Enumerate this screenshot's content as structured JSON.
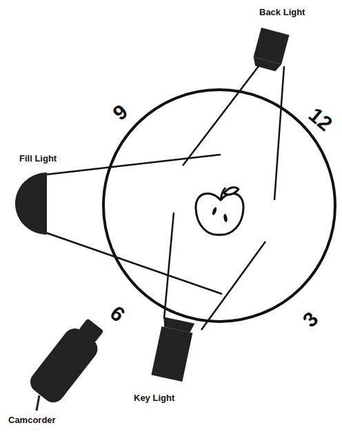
{
  "diagram": {
    "nodes": [
      {
        "text": [
          "Back Light"
        ]
      },
      {
        "text": [
          "Fill Light"
        ]
      },
      {
        "text": [
          "Key Light"
        ]
      },
      {
        "text": [
          "Camcorder"
        ]
      }
    ],
    "labels": [
      "9",
      "12",
      "6",
      "3"
    ]
  }
}
